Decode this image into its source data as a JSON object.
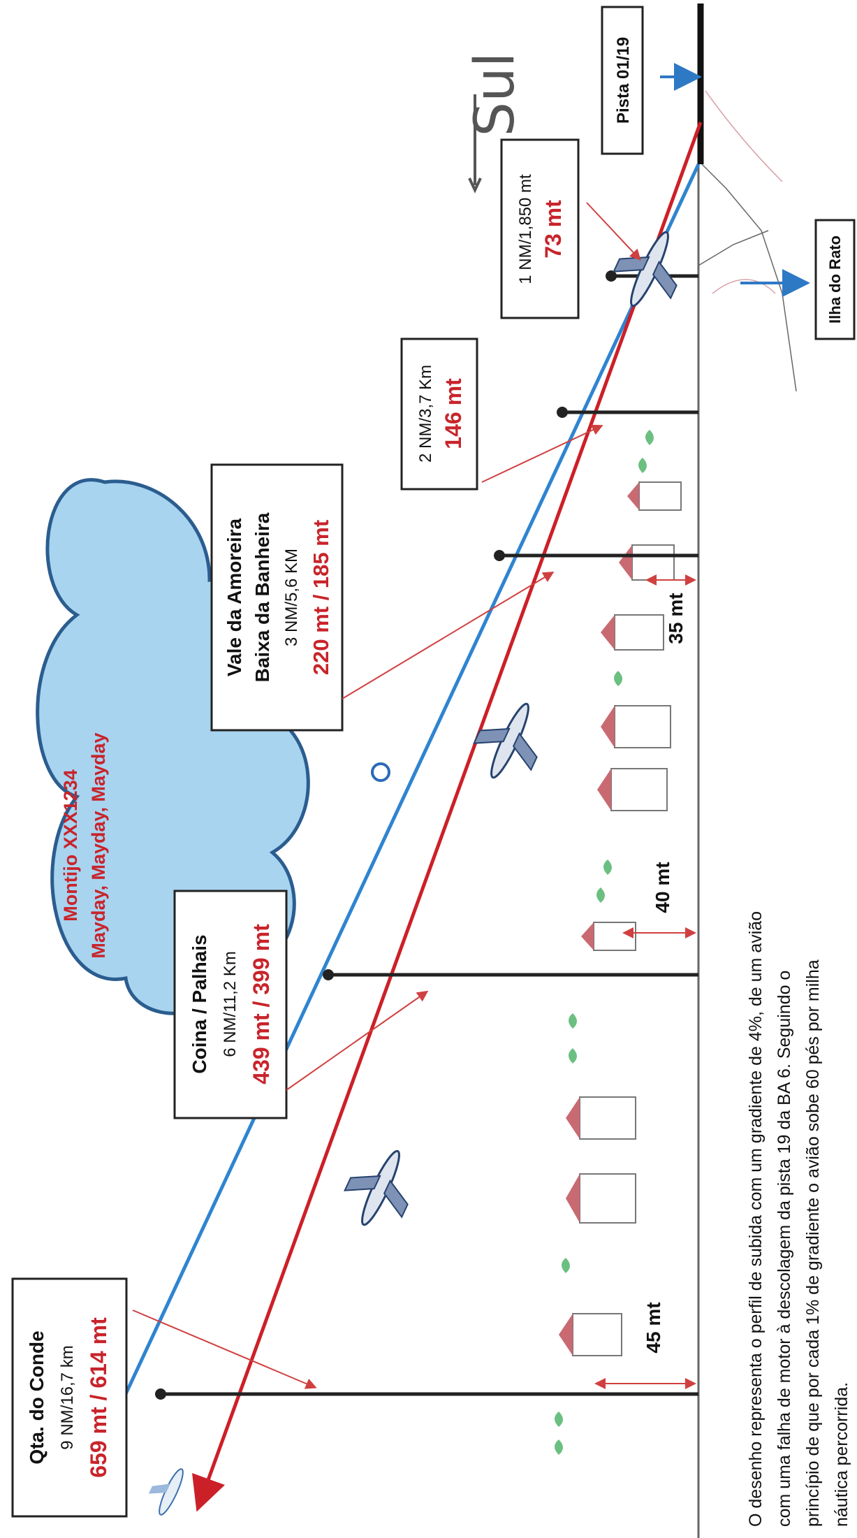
{
  "direction": {
    "label": "Sul"
  },
  "runway": {
    "label": "Pista 01/19"
  },
  "island": {
    "label": "Ilha do Rato"
  },
  "cloud": {
    "line1": "Montijo XXX1234",
    "line2": "Mayday, Mayday, Mayday"
  },
  "points": {
    "qta_conde": {
      "name": "Qta. do Conde",
      "distance": "9 NM/16,7 km",
      "altitude": "659 mt / 614 mt"
    },
    "coina": {
      "name": "Coina / Palhais",
      "distance": "6 NM/11,2 Km",
      "altitude": "439 mt / 399 mt"
    },
    "vale": {
      "name1": "Vale da Amoreira",
      "name2": "Baixa da Banheira",
      "distance": "3 NM/5,6 KM",
      "altitude": "220 mt / 185 mt"
    },
    "p2nm": {
      "distance": "2 NM/3,7 Km",
      "altitude": "146 mt"
    },
    "p1nm": {
      "distance": "1 NM/1,850 mt",
      "altitude": "73 mt"
    }
  },
  "heights": {
    "h45": "45 mt",
    "h40": "40 mt",
    "h35": "35 mt"
  },
  "caption": {
    "line1": "O desenho representa o perfil de subida com um gradiente de 4%, de um avião",
    "line2": "com uma falha de motor à descolagem da pista 19 da BA 6. Seguindo o",
    "line3": "princípio de que por cada 1% de gradiente o avião sobe 60 pés por milha",
    "line4": "náutica percorrida."
  },
  "colors": {
    "blue_path": "#2f84d0",
    "red_path": "#cc2028",
    "pole": "#222222",
    "cloud_fill": "#a8d4f0",
    "cloud_stroke": "#2b5d8f",
    "label_red": "#c8242b",
    "arrow_blue": "#2e79c4"
  }
}
